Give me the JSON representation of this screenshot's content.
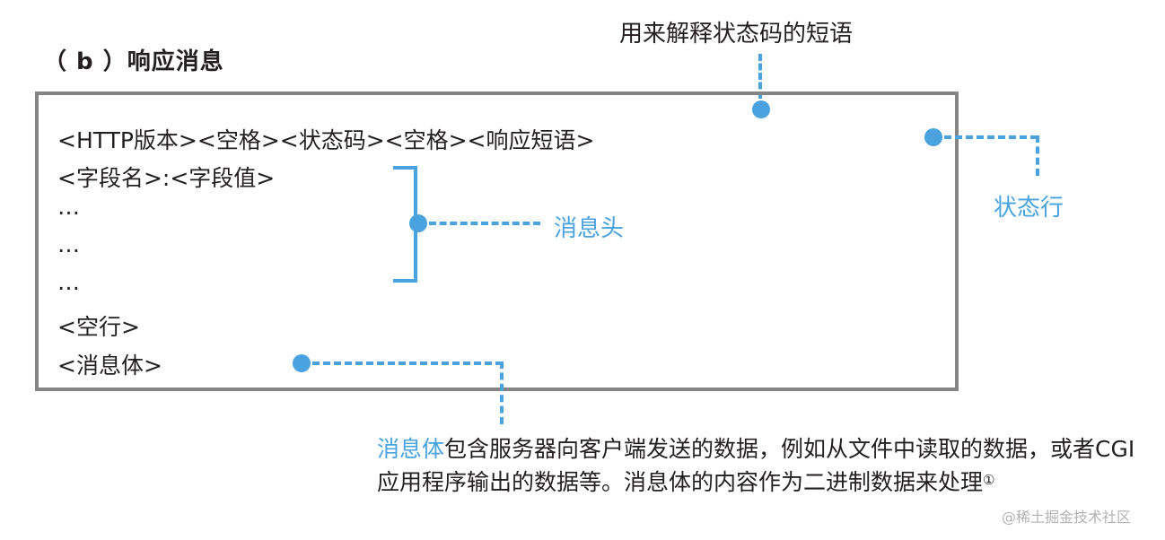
{
  "title": "（ b ）响应消息",
  "annotations": {
    "reason_phrase_note": "用来解释状态码的短语",
    "status_line_label": "状态行",
    "header_label": "消息头"
  },
  "message_lines": {
    "status_line": "<HTTP版本><空格><状态码><空格><响应短语>",
    "field_line": "<字段名>:<字段值>",
    "ellipsis_1": "…",
    "ellipsis_2": "…",
    "ellipsis_3": "…",
    "blank_line": "<空行>",
    "body_line": "<消息体>"
  },
  "body_note": {
    "highlight": "消息体",
    "text": "包含服务器向客户端发送的数据，例如从文件中读取的数据，或者CGI应用程序输出的数据等。消息体的内容作为二进制数据来处理",
    "footnote_mark": "①"
  },
  "watermark": "@稀土掘金技术社区",
  "colors": {
    "accent_blue": "#4aa3df",
    "box_border": "#858585",
    "text": "#231f20"
  }
}
